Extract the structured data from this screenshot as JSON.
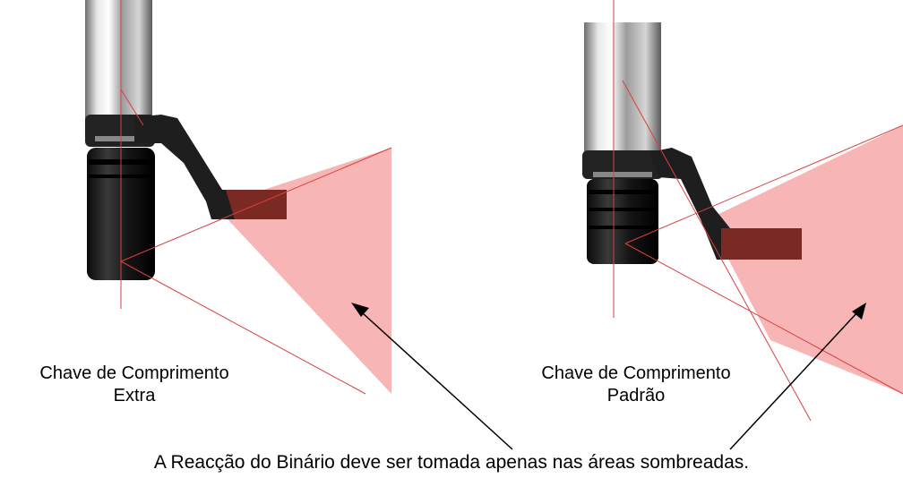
{
  "left_figure": {
    "label_line1": "Chave de Comprimento",
    "label_line2": "Extra"
  },
  "right_figure": {
    "label_line1": "Chave de Comprimento",
    "label_line2": "Padrão"
  },
  "caption": "A Reacção do Binário deve ser tomada apenas nas áreas sombreadas.",
  "colors": {
    "shaded_area": "#f7a8a8",
    "guide_line": "#d94040",
    "tool_body": "#1a1a1a",
    "reaction_arm_tip": "#7a2a22"
  }
}
